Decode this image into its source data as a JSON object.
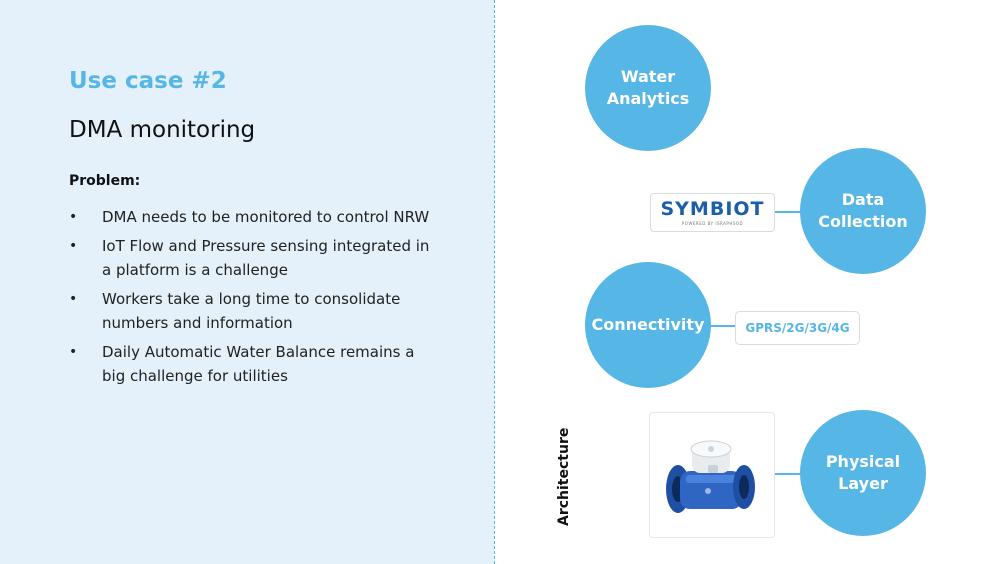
{
  "slide": {
    "kicker": "Use case #2",
    "title": "DMA monitoring",
    "problem_label": "Problem:",
    "bullets": [
      "DMA needs to be monitored to control NRW",
      "IoT Flow and Pressure sensing integrated in a platform is a challenge",
      "Workers take a long time to consolidate numbers and information",
      "Daily Automatic Water Balance remains a big challenge for utilities"
    ],
    "bullet_char": "•"
  },
  "architecture": {
    "label": "Architecture",
    "layers": {
      "analytics": "Water\nAnalytics",
      "collection": "Data\nCollection",
      "connectivity": "Connectivity",
      "physical": "Physical\nLayer"
    },
    "connectivity_tag": "GPRS/2G/3G/4G",
    "logo": {
      "name": "SYMBIOT",
      "tagline": "POWERED BY ISRAPHSOD"
    },
    "meter_icon": "water-meter-icon"
  },
  "colors": {
    "accent": "#56b6e6",
    "panel": "#e4f0fa",
    "logo": "#1a5fa8"
  }
}
